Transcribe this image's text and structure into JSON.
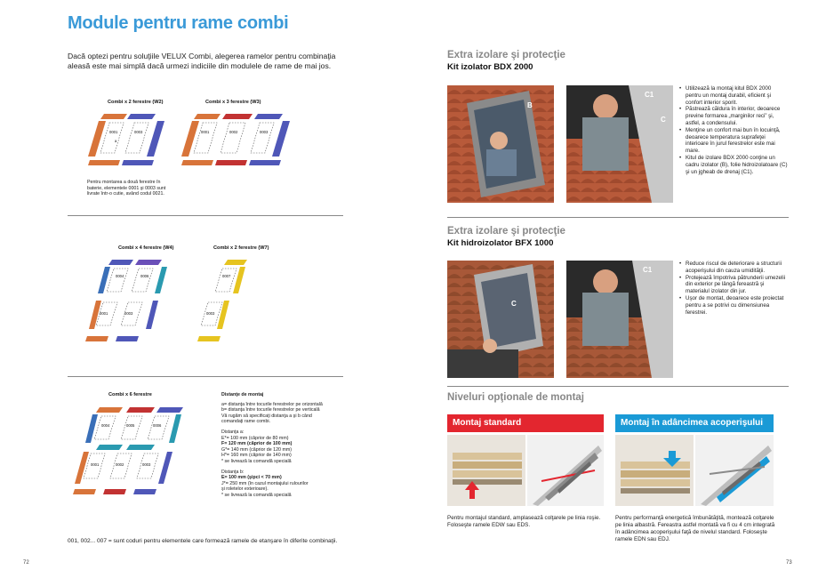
{
  "left": {
    "title": "Module pentru rame combi",
    "intro": "Dacă optezi pentru soluţiile VELUX Combi, alegerea ramelor pentru combinaţia aleasă este mai simplă dacă urmezi indiciile din modulele de rame de mai jos.",
    "d1_title": "Combi x 2 ferestre (W2)",
    "d2_title": "Combi x 3 ferestre (W3)",
    "d3_title": "Combi x 4 ferestre (W4)",
    "d4_title": "Combi x 2 ferestre (W7)",
    "d5_title": "Combi x 6 ferestre",
    "note_w2": "Pentru montarea a două ferestre în baterie, elementele 0001 şi 0003 sunt livrate într-o cutie, având codul 0021.",
    "dist_title": "Distanţe de montaj",
    "dist_lines": [
      "a= distanţa între tocurile ferestrelor pe orizontală",
      "b= distanţa între tocurile ferestrelor pe verticală",
      "Vă rugăm să specificaţi distanţa a şi b când",
      "comandaţi rame combi."
    ],
    "dist_a_title": "Distanţa a:",
    "dist_a_lines": [
      "E*= 100 mm (căprior de 80 mm)",
      "F= 120 mm (căprior de 100 mm)",
      "G*= 140 mm (căprior de 120 mm)",
      "H*= 160 mm (căprior de 140 mm)",
      "* se livrează la comandă specială"
    ],
    "dist_b_title": "Distanţa b:",
    "dist_b_lines": [
      "E= 100 mm (şipci < 70 mm)",
      "J*= 250 mm (în cazul montajului rulourilor",
      "şi roletelor exterioare).",
      "* se livrează la comandă specială"
    ],
    "footnote": "001, 002... 007 = sunt coduri pentru elementele care formează ramele de etanşare în diferite combinaţii.",
    "page": "72",
    "codes": {
      "c0001": "0001",
      "c0002": "0002",
      "c0003": "0003",
      "c0004": "0004",
      "c0005": "0005",
      "c0006": "0006",
      "c0007": "0007",
      "a": "a",
      "b": "b"
    }
  },
  "right": {
    "s1_heading": "Extra izolare şi protecţie",
    "s1_sub": "Kit izolator BDX 2000",
    "s1_bullets": [
      "Utilizează la montaj kitul BDX 2000 pentru un montaj durabil, eficient şi confort interior sporit.",
      "Păstrează căldura în interior, deoarece previne formarea „marginilor reci” şi, astfel, a condensului.",
      "Menţine un confort mai bun în locuinţă, deoarece temperatura suprafeţei interioare în jurul ferestrelor este mai mare.",
      "Kitul de izolare BDX 2000 conţine un cadru izolator (B), folie hidroizolatoare (C) şi un jgheab de drenaj (C1)."
    ],
    "s2_heading": "Extra izolare şi protecţie",
    "s2_sub": "Kit hidroizolator BFX 1000",
    "s2_bullets": [
      "Reduce riscul de deteriorare a structurii acoperişului din cauza umidităţii.",
      "Protejează împotriva pătrunderii umezelii din exterior pe lângă fereastră şi materialul izolator din jur.",
      "Uşor de montat, deoarece este proiectat pentru a se potrivi cu dimensiunea ferestrei."
    ],
    "photo_labels": {
      "b": "B",
      "c": "C",
      "c1": "C1"
    },
    "s3_heading": "Niveluri opţionale de montaj",
    "band_standard": "Montaj standard",
    "band_deep": "Montaj în adâncimea acoperişului",
    "cap_standard": "Pentru montajul standard, amplasează colţarele pe linia roşie. Foloseşte ramele EDW sau EDS.",
    "cap_deep": "Pentru performanţă energetică îmbunătăţită, montează colţarele pe linia albastră. Fereastra astfel montată va fi cu 4 cm integrată în adâncimea acoperişului faţă de nivelul standard. Foloseşte ramele EDN sau EDJ.",
    "page": "73",
    "colors": {
      "red": "#e3262f",
      "blue": "#1a9ad6",
      "heading_grey": "#888888",
      "title_blue": "#3a9ad8"
    }
  }
}
